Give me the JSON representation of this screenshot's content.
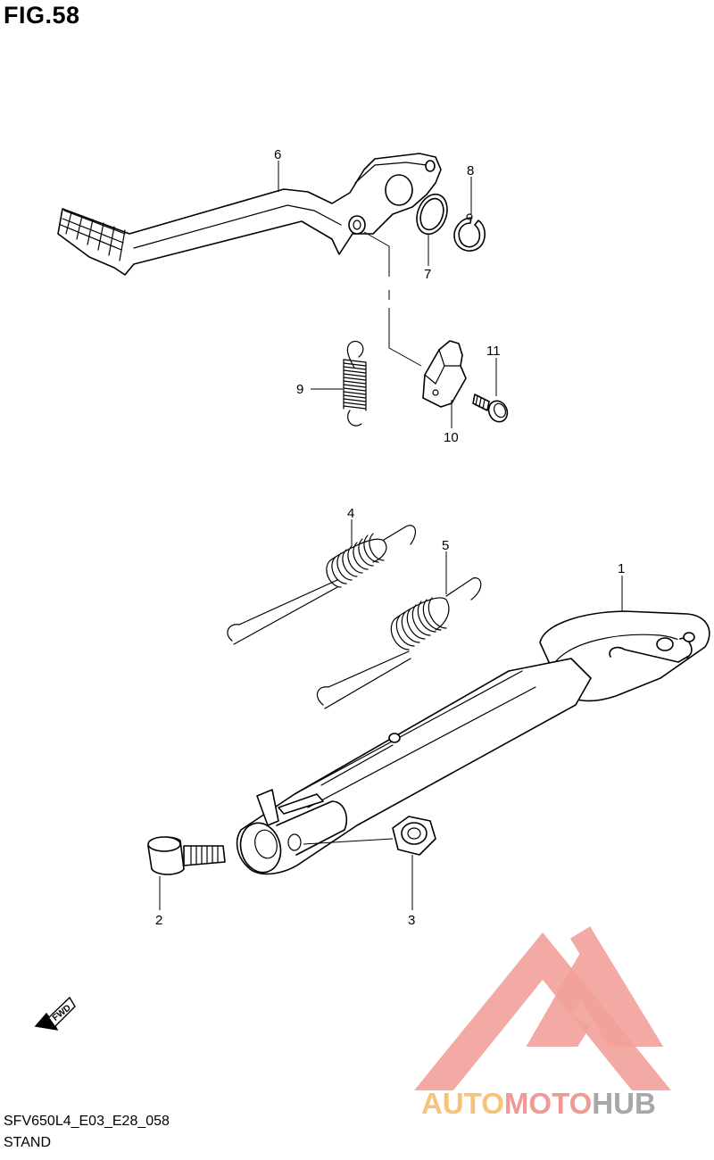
{
  "figure": {
    "title": "FIG.58"
  },
  "callouts": {
    "c1": "1",
    "c2": "2",
    "c3": "3",
    "c4": "4",
    "c5": "5",
    "c6": "6",
    "c7": "7",
    "c8": "8",
    "c9": "9",
    "c10": "10",
    "c11": "11"
  },
  "fwd_label": "FWD",
  "footer": {
    "code": "SFV650L4_E03_E28_058",
    "name": "STAND"
  },
  "watermark": {
    "brand_part1": "AUTO",
    "brand_part2": "MOTO",
    "brand_part3": "HUB",
    "colors": {
      "triangle": "#f2a09a",
      "auto": "#f7c27a",
      "moto": "#ef9a94",
      "hub": "#a7a7a7"
    }
  }
}
